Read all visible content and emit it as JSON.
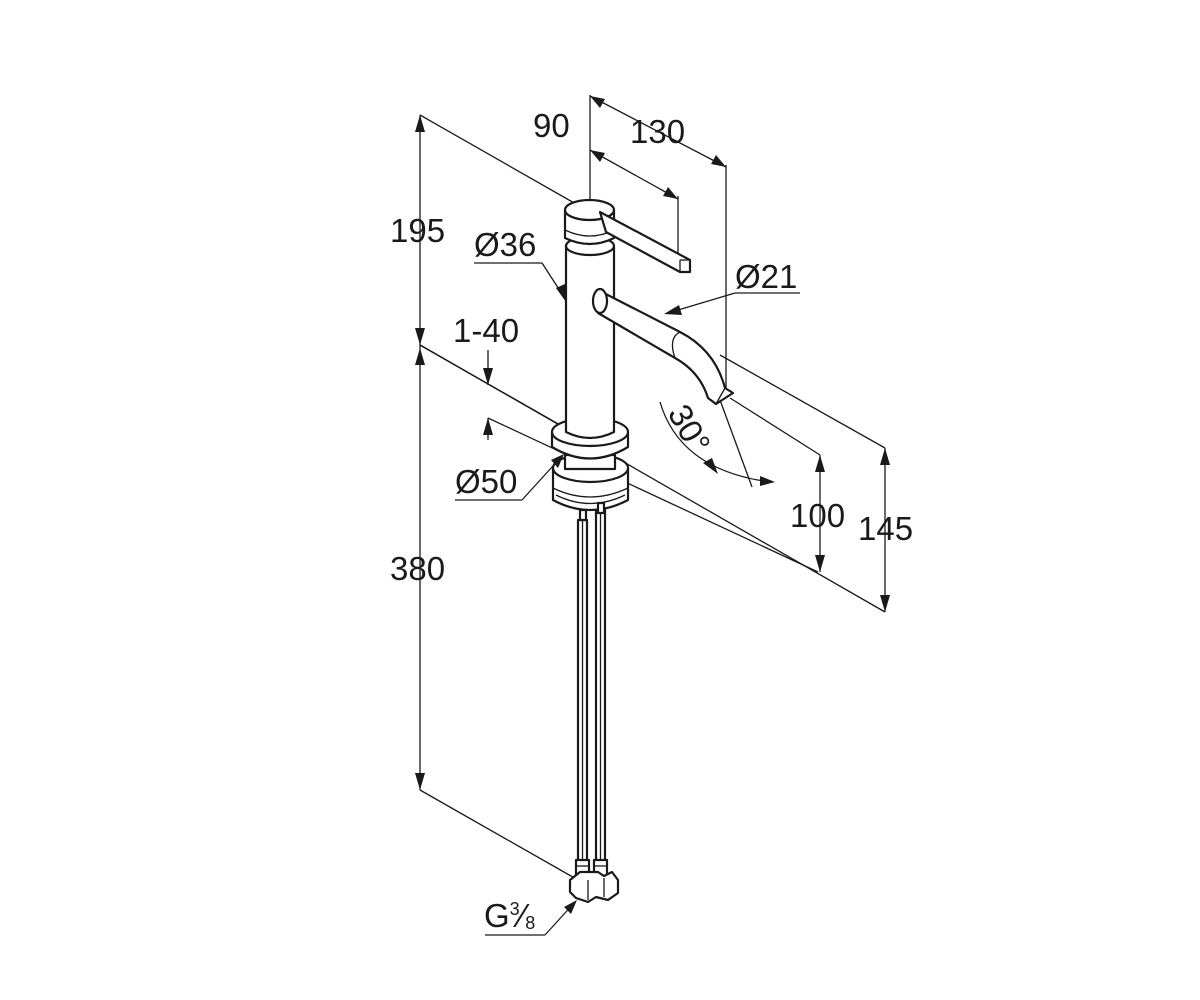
{
  "drawing": {
    "dimensions": {
      "height_handle": "195",
      "height_total": "380",
      "deck_thickness": "1-40",
      "body_diameter": "Ø36",
      "base_diameter": "Ø50",
      "spout_diameter": "Ø21",
      "handle_reach": "90",
      "spout_reach": "130",
      "spout_angle": "30°",
      "spout_height": "100",
      "overall_height_spout": "145"
    },
    "connection_label": {
      "main": "G",
      "fraction_num": "3",
      "fraction_den": "8"
    }
  }
}
